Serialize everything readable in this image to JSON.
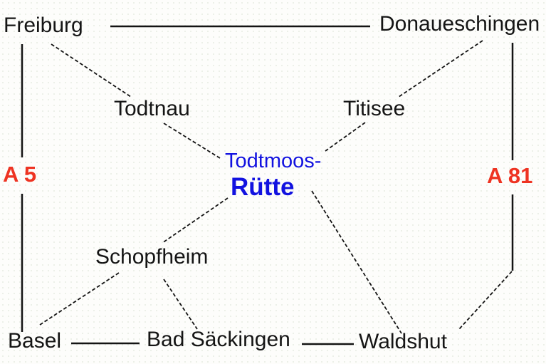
{
  "map": {
    "description_visible": false,
    "labels": {
      "freiburg": "Freiburg",
      "donaueschingen": "Donaueschingen",
      "todtnau": "Todtnau",
      "titisee": "Titisee",
      "todtmoos_line1": "Todtmoos-",
      "todtmoos_line2": "Rütte",
      "schopfheim": "Schopfheim",
      "basel": "Basel",
      "bad_saeckingen": "Bad Säckingen",
      "waldshut": "Waldshut",
      "a5": "A 5",
      "a81": "A 81"
    },
    "colors": {
      "city_text": "#151515",
      "destination_text": "#1212e0",
      "highway_text": "#ee3322",
      "road_line": "#141414",
      "background": "#fdfdfb"
    },
    "connections": [
      {
        "from": "Freiburg",
        "to": "Donaueschingen",
        "style": "solid"
      },
      {
        "from": "Freiburg",
        "to": "Basel",
        "via": "A 5",
        "style": "solid"
      },
      {
        "from": "Donaueschingen",
        "to": "Waldshut",
        "via": "A 81",
        "style": "solid"
      },
      {
        "from": "Freiburg",
        "to": "Todtnau",
        "style": "dashed"
      },
      {
        "from": "Todtnau",
        "to": "Todtmoos-Rütte",
        "style": "dashed"
      },
      {
        "from": "Donaueschingen",
        "to": "Titisee",
        "style": "dashed"
      },
      {
        "from": "Titisee",
        "to": "Todtmoos-Rütte",
        "style": "dashed"
      },
      {
        "from": "Todtmoos-Rütte",
        "to": "Schopfheim",
        "style": "dashed"
      },
      {
        "from": "Schopfheim",
        "to": "Basel",
        "style": "dashed"
      },
      {
        "from": "Schopfheim",
        "to": "Bad Säckingen",
        "style": "dashed"
      },
      {
        "from": "Todtmoos-Rütte",
        "to": "Waldshut",
        "style": "dashed"
      },
      {
        "from": "Basel",
        "to": "Bad Säckingen",
        "style": "solid"
      },
      {
        "from": "Bad Säckingen",
        "to": "Waldshut",
        "style": "solid"
      }
    ]
  }
}
